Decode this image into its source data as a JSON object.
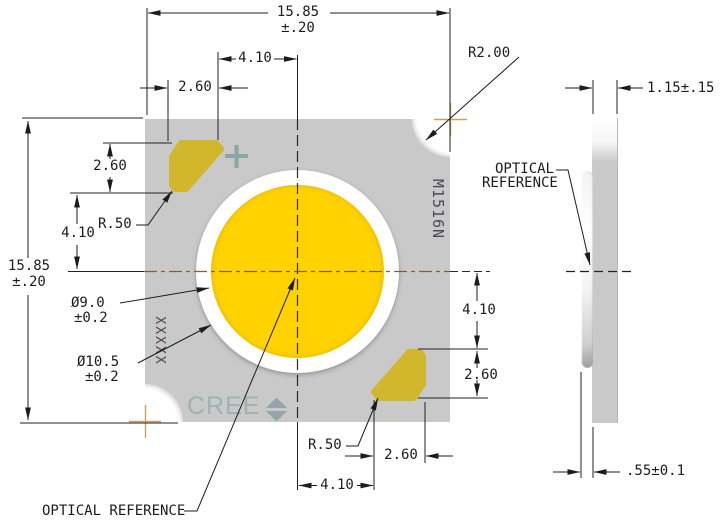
{
  "drawing": {
    "part_number": "M1516N",
    "logo_text": "CREE",
    "lot_code_placeholder": "XXXXX",
    "polarity_mark": "+",
    "dims": {
      "top_width": "15.85",
      "top_width_tol": "±.20",
      "top_pad_to_center": "4.10",
      "top_pad_width": "2.60",
      "left_height": "15.85",
      "left_height_tol": "±.20",
      "left_pad_height": "2.60",
      "left_pad_to_center": "4.10",
      "pad_corner_radius_tl": "R.50",
      "pad_corner_radius_br": "R.50",
      "corner_radius": "R2.00",
      "emitter_diameter": "Ø9.0",
      "emitter_diameter_tol": "±0.2",
      "aperture_diameter": "Ø10.5",
      "aperture_diameter_tol": "±0.2",
      "right_center_to_pad": "4.10",
      "right_pad_height": "2.60",
      "bottom_pad_width": "2.60",
      "bottom_center_to_pad": "4.10",
      "optical_reference_front": "OPTICAL REFERENCE",
      "side_optical_ref_line1": "OPTICAL",
      "side_optical_ref_line2": "REFERENCE",
      "side_thickness": "1.15±.15",
      "side_lens_height": ".55±0.1"
    },
    "colors": {
      "body_gray": "#c9c9c9",
      "emitter_yellow": "#ffd200",
      "pad_gold": "#d2b62c",
      "logo_teal": "#9fb1b1",
      "marking_dark": "#4b4b57",
      "centerline_tan": "#7c6134",
      "corner_mark_tan": "#c9a063"
    }
  }
}
